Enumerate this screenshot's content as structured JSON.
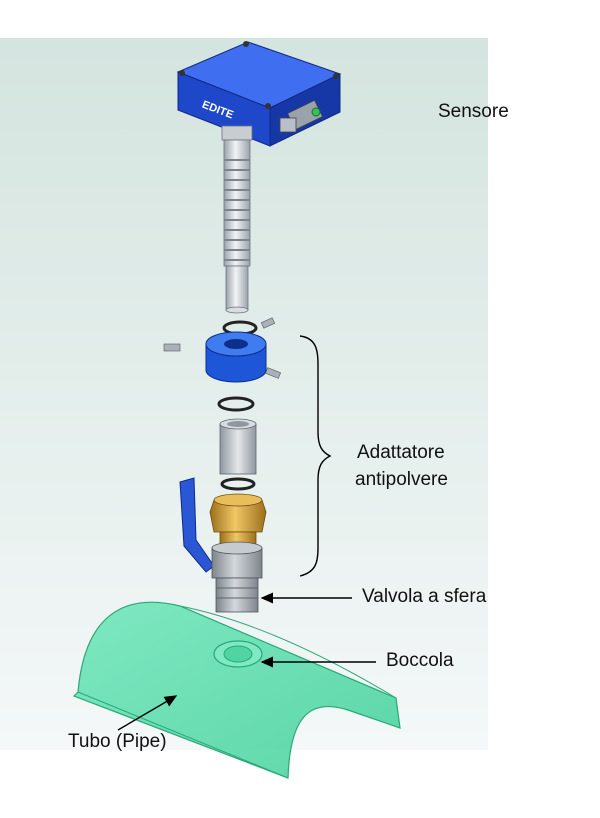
{
  "diagram": {
    "brand_logo": "EDITE",
    "colors": {
      "background_top": "#d4e4df",
      "background_bottom": "#f4f8f8",
      "housing_blue": "#1f4fd8",
      "pipe_green": "#5ee0b0",
      "brass": "#d3a23c",
      "valve_handle": "#2a57d6",
      "metal": "#b4b9bf"
    },
    "labels": {
      "sensor": "Sensore",
      "dust_adapter_line1": "Adattatore",
      "dust_adapter_line2": "antipolvere",
      "ball_valve": "Valvola a sfera",
      "bushing": "Boccola",
      "pipe": "Tubo (Pipe)"
    }
  }
}
